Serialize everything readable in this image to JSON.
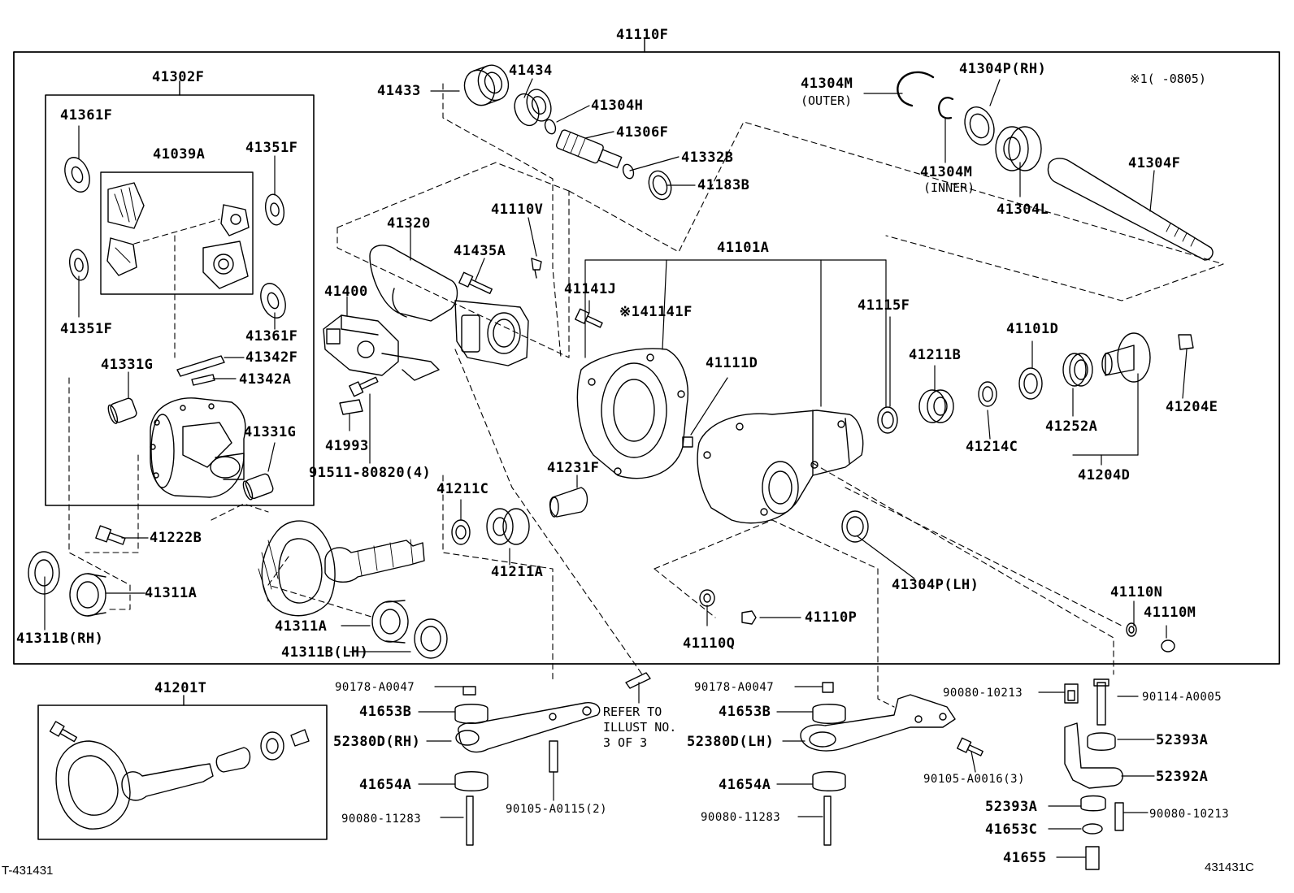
{
  "labels": {
    "assembly": "41110F",
    "carrier_group": "41302F",
    "gear_kit": "41039A",
    "washer_41361F_a": "41361F",
    "washer_41351F_a": "41351F",
    "washer_41351F_b": "41351F",
    "washer_41361F_b": "41361F",
    "shaft_41342F": "41342F",
    "pin_41342A": "41342A",
    "bearing_41331G_a": "41331G",
    "bearing_41331G_b": "41331G",
    "bolt_41222B": "41222B",
    "bearing_41311A_a": "41311A",
    "washer_41311B_rh": "41311B(RH)",
    "bearing_41311A_b": "41311A",
    "washer_41311B_lh": "41311B(LH)",
    "seal_41433": "41433",
    "bearing_41434": "41434",
    "ring_41304H": "41304H",
    "shaft_41306F": "41306F",
    "ring_41332B": "41332B",
    "ring_41183B": "41183B",
    "tube_41320": "41320",
    "breather_41110V": "41110V",
    "bolt_41435A": "41435A",
    "actuator_41400": "41400",
    "label_41993": "41993",
    "bolt_91511": "91511-80820(4)",
    "cover_41101A": "41101A",
    "bolt_41141J": "41141J",
    "cover_41141F": "※141141F",
    "seal_41115F": "41115F",
    "pin_41111D": "41111D",
    "bearing_41211B": "41211B",
    "washer_41214C": "41214C",
    "seal_41101D": "41101D",
    "flange_41204E": "41204E",
    "seal_41252A": "41252A",
    "flange_41204D": "41204D",
    "spacer_41231F": "41231F",
    "washer_41211C": "41211C",
    "bearing_41211A": "41211A",
    "seal_41304P_lh": "41304P(LH)",
    "nut_41110N": "41110N",
    "plug_41110M": "41110M",
    "plug_41110P": "41110P",
    "washer_41110Q": "41110Q",
    "ring_41304M_outer": "41304M",
    "outer_note": "(OUTER)",
    "seal_41304P_rh": "41304P(RH)",
    "ring_41304M_inner": "41304M",
    "inner_note": "(INNER)",
    "bearing_41304L": "41304L",
    "shaft_41304F": "41304F",
    "note_0805": "※1(      -0805)",
    "gearset_41201T": "41201T",
    "nut_90178_a": "90178-A0047",
    "cushion_41653B_a": "41653B",
    "bracket_52380D_rh": "52380D(RH)",
    "cushion_41654A_a": "41654A",
    "bolt_90080_11283_a": "90080-11283",
    "bolt_90105_A0115": "90105-A0115(2)",
    "refer_line1": "REFER TO",
    "refer_line2": "ILLUST NO.",
    "refer_line3": "3 OF 3",
    "nut_90178_b": "90178-A0047",
    "cushion_41653B_b": "41653B",
    "bracket_52380D_lh": "52380D(LH)",
    "cushion_41654A_b": "41654A",
    "bolt_90080_11283_b": "90080-11283",
    "bolt_90105_A0016": "90105-A0016(3)",
    "bolt_90080_10213_a": "90080-10213",
    "bolt_90114_A0005": "90114-A0005",
    "cushion_52393A_a": "52393A",
    "bracket_52392A": "52392A",
    "cushion_52393A_b": "52393A",
    "bolt_90080_10213_b": "90080-10213",
    "cushion_41653C": "41653C",
    "bolt_41655": "41655"
  },
  "footer": {
    "left_ref": "T-431431",
    "right_ref": "431431C"
  }
}
